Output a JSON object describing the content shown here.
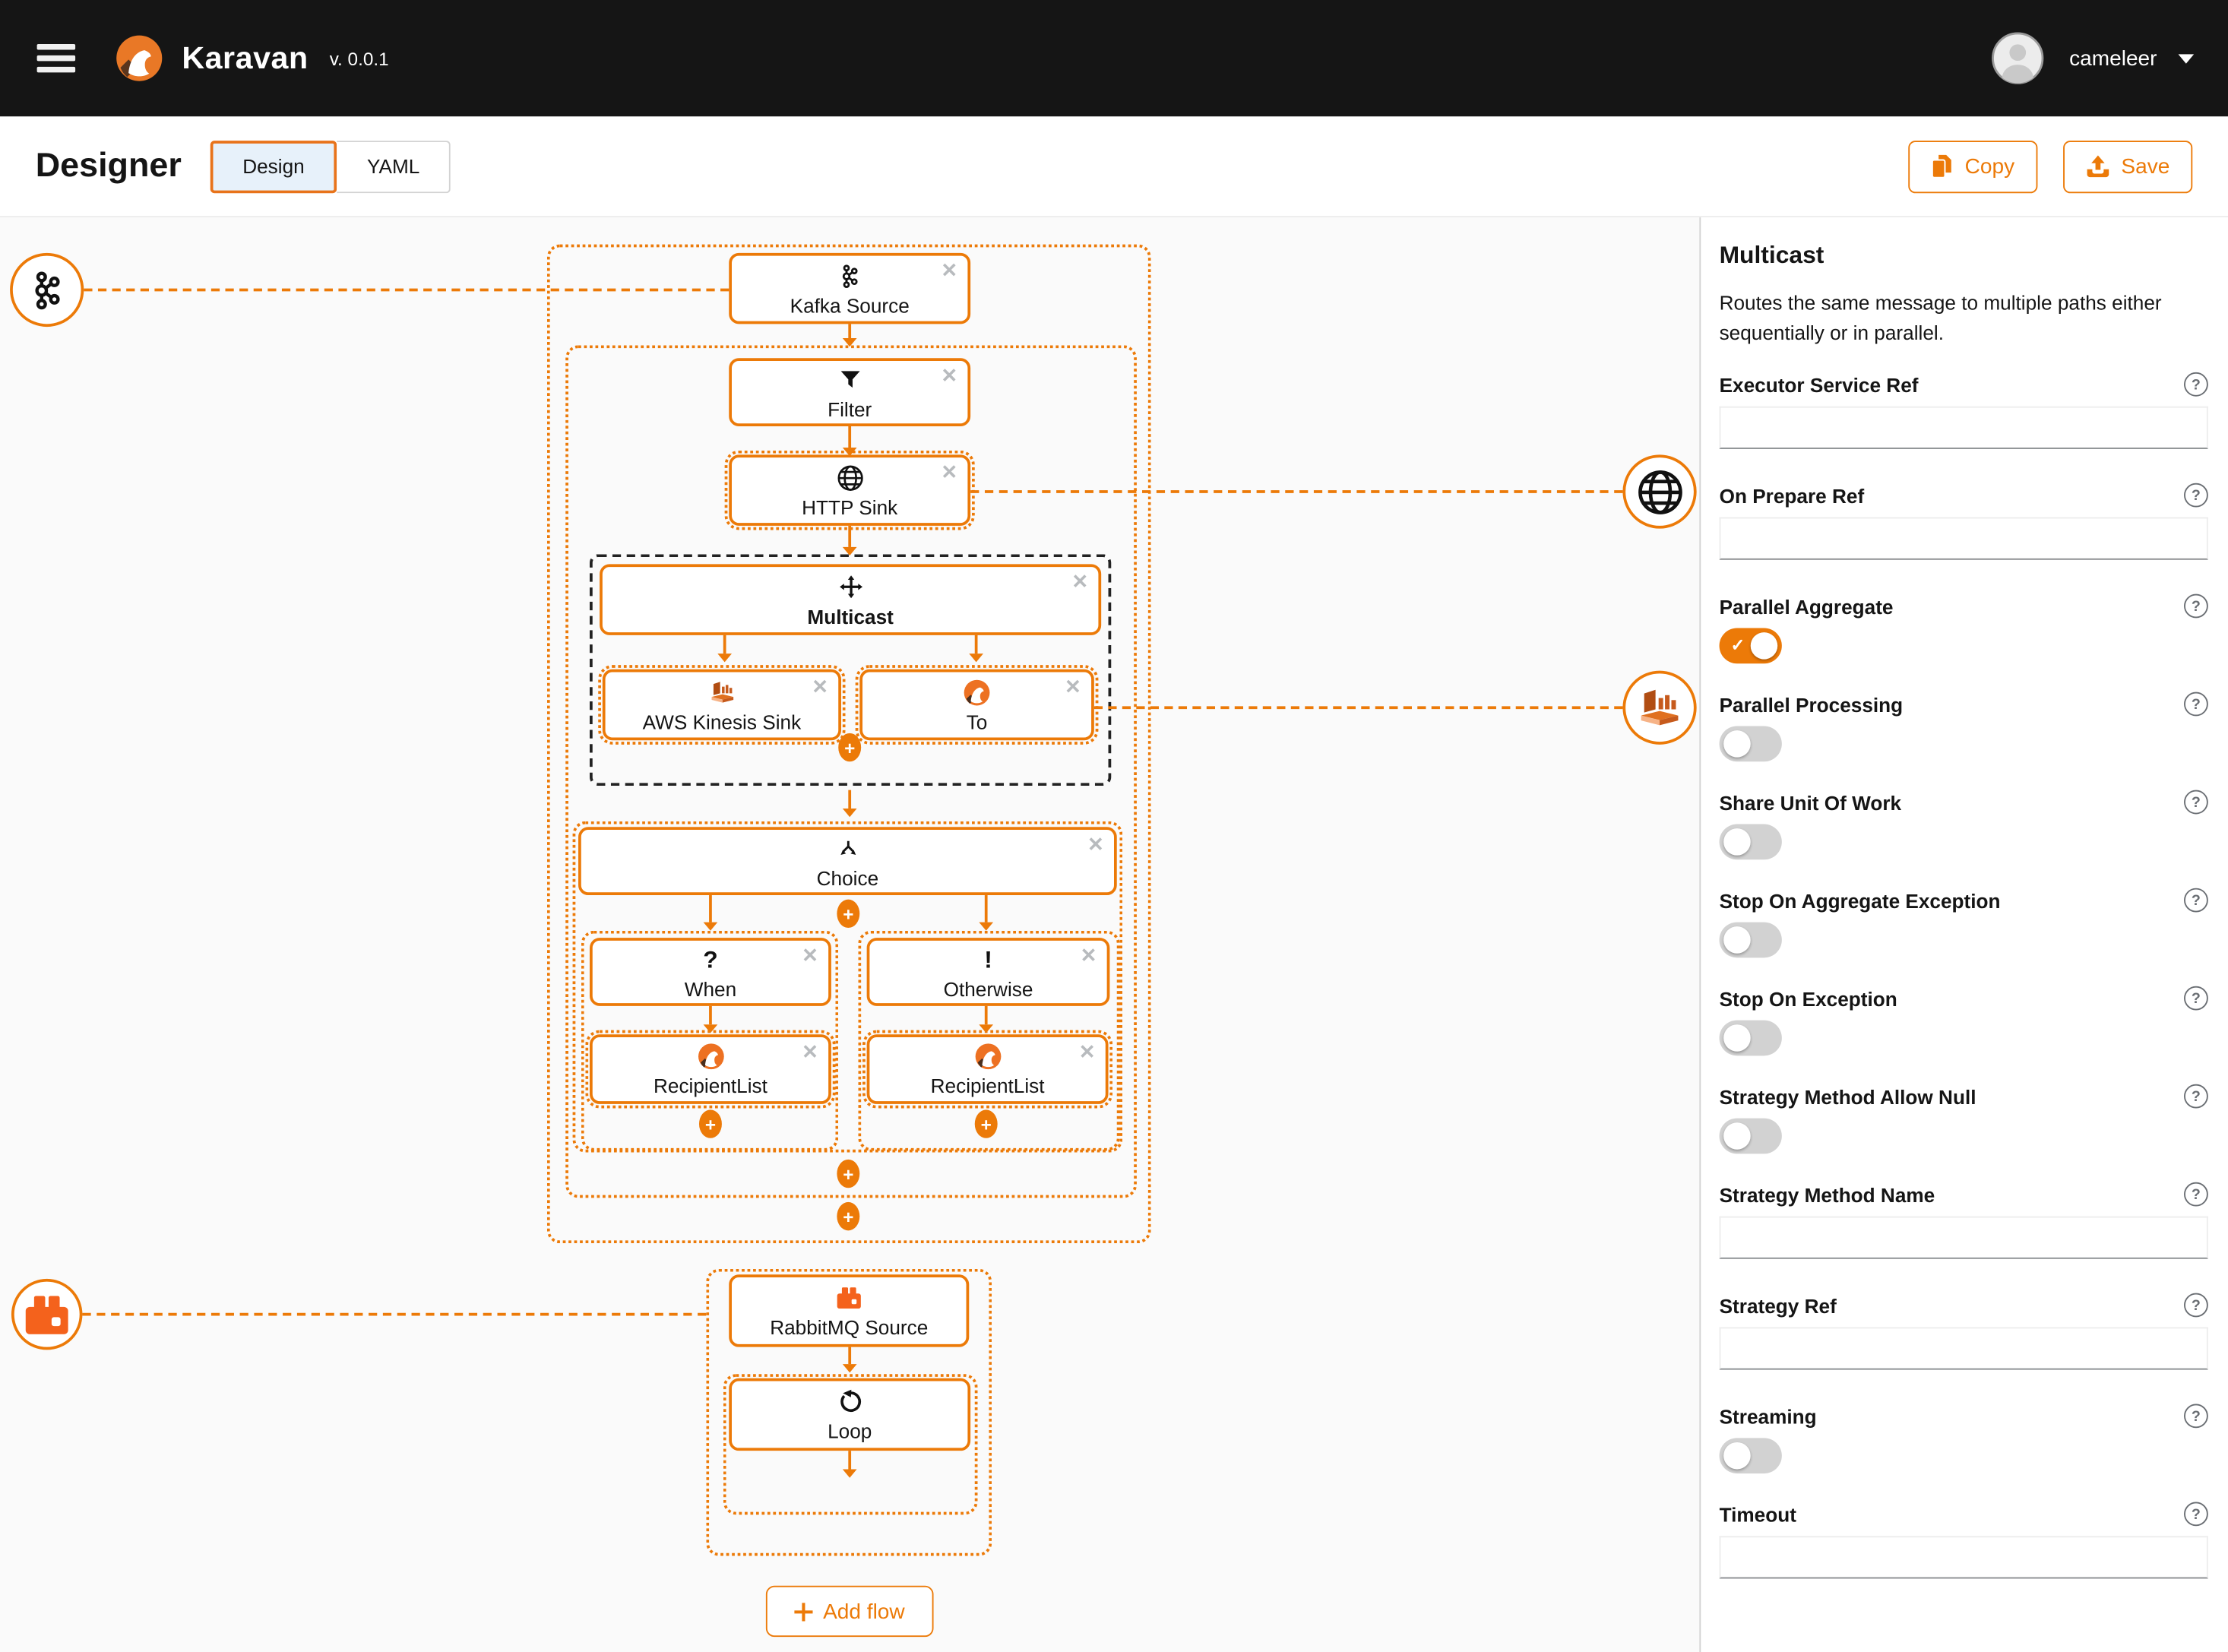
{
  "topbar": {
    "app_name": "Karavan",
    "version": "v. 0.0.1",
    "username": "cameleer"
  },
  "header": {
    "title": "Designer",
    "tabs": [
      {
        "label": "Design",
        "active": true
      },
      {
        "label": "YAML",
        "active": false
      }
    ],
    "copy_label": "Copy",
    "save_label": "Save"
  },
  "canvas": {
    "add_flow_label": "Add flow",
    "close_glyph": "✕",
    "plus_glyph": "+",
    "nodes": {
      "kafka_source": {
        "label": "Kafka Source",
        "icon": "kafka-icon"
      },
      "filter": {
        "label": "Filter",
        "icon": "filter-icon"
      },
      "http_sink": {
        "label": "HTTP Sink",
        "icon": "globe-icon"
      },
      "multicast": {
        "label": "Multicast",
        "icon": "move-icon"
      },
      "aws_kinesis_sink": {
        "label": "AWS Kinesis Sink",
        "icon": "aws-kinesis-icon"
      },
      "to": {
        "label": "To",
        "icon": "camel-icon"
      },
      "choice": {
        "label": "Choice",
        "icon": "branch-icon"
      },
      "when": {
        "label": "When",
        "icon": "question-icon",
        "glyph": "?"
      },
      "otherwise": {
        "label": "Otherwise",
        "icon": "exclamation-icon",
        "glyph": "!"
      },
      "recipient_list_when": {
        "label": "RecipientList",
        "icon": "camel-icon"
      },
      "recipient_list_otherwise": {
        "label": "RecipientList",
        "icon": "camel-icon"
      },
      "rabbitmq_source": {
        "label": "RabbitMQ Source",
        "icon": "rabbitmq-icon"
      },
      "loop": {
        "label": "Loop",
        "icon": "loop-icon"
      }
    }
  },
  "panel": {
    "title": "Multicast",
    "description": "Routes the same message to multiple paths either sequentially or in parallel.",
    "fields": [
      {
        "label": "Executor Service Ref",
        "type": "text",
        "value": ""
      },
      {
        "label": "On Prepare Ref",
        "type": "text",
        "value": ""
      },
      {
        "label": "Parallel Aggregate",
        "type": "switch",
        "value": true
      },
      {
        "label": "Parallel Processing",
        "type": "switch",
        "value": false
      },
      {
        "label": "Share Unit Of Work",
        "type": "switch",
        "value": false
      },
      {
        "label": "Stop On Aggregate Exception",
        "type": "switch",
        "value": false
      },
      {
        "label": "Stop On Exception",
        "type": "switch",
        "value": false
      },
      {
        "label": "Strategy Method Allow Null",
        "type": "switch",
        "value": false
      },
      {
        "label": "Strategy Method Name",
        "type": "text",
        "value": ""
      },
      {
        "label": "Strategy Ref",
        "type": "text",
        "value": ""
      },
      {
        "label": "Streaming",
        "type": "switch",
        "value": false
      },
      {
        "label": "Timeout",
        "type": "text",
        "value": ""
      }
    ]
  },
  "colors": {
    "accent": "#EC7A08",
    "topbar_bg": "#151515",
    "selected_tab_bg": "#E7F1FA",
    "canvas_bg": "#FAFAFA",
    "toggle_off": "#D2D2D2",
    "close_icon": "#B8BBBE"
  }
}
